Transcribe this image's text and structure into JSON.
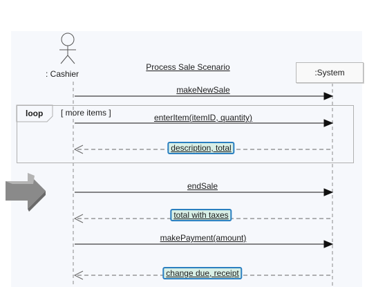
{
  "diagram": {
    "title": "Process Sale Scenario",
    "actors": {
      "cashier": ": Cashier",
      "system": ":System"
    },
    "loop": {
      "operator": "loop",
      "guard": "[ more items ]"
    },
    "messages": [
      {
        "label": "makeNewSale",
        "kind": "call"
      },
      {
        "label": "enterItem(itemID, quantity)",
        "kind": "call"
      },
      {
        "label": "description, total",
        "kind": "return"
      },
      {
        "label": "endSale",
        "kind": "call"
      },
      {
        "label": "total with taxes",
        "kind": "return"
      },
      {
        "label": "makePayment(amount)",
        "kind": "call"
      },
      {
        "label": "change due, receipt",
        "kind": "return"
      }
    ],
    "colors": {
      "background": "#f6f8fc",
      "return_label_fill": "#d8efe6",
      "return_label_border": "#2a7fc0",
      "arrow": "#111111",
      "pointer_arrow": "#8a8a8a"
    }
  }
}
